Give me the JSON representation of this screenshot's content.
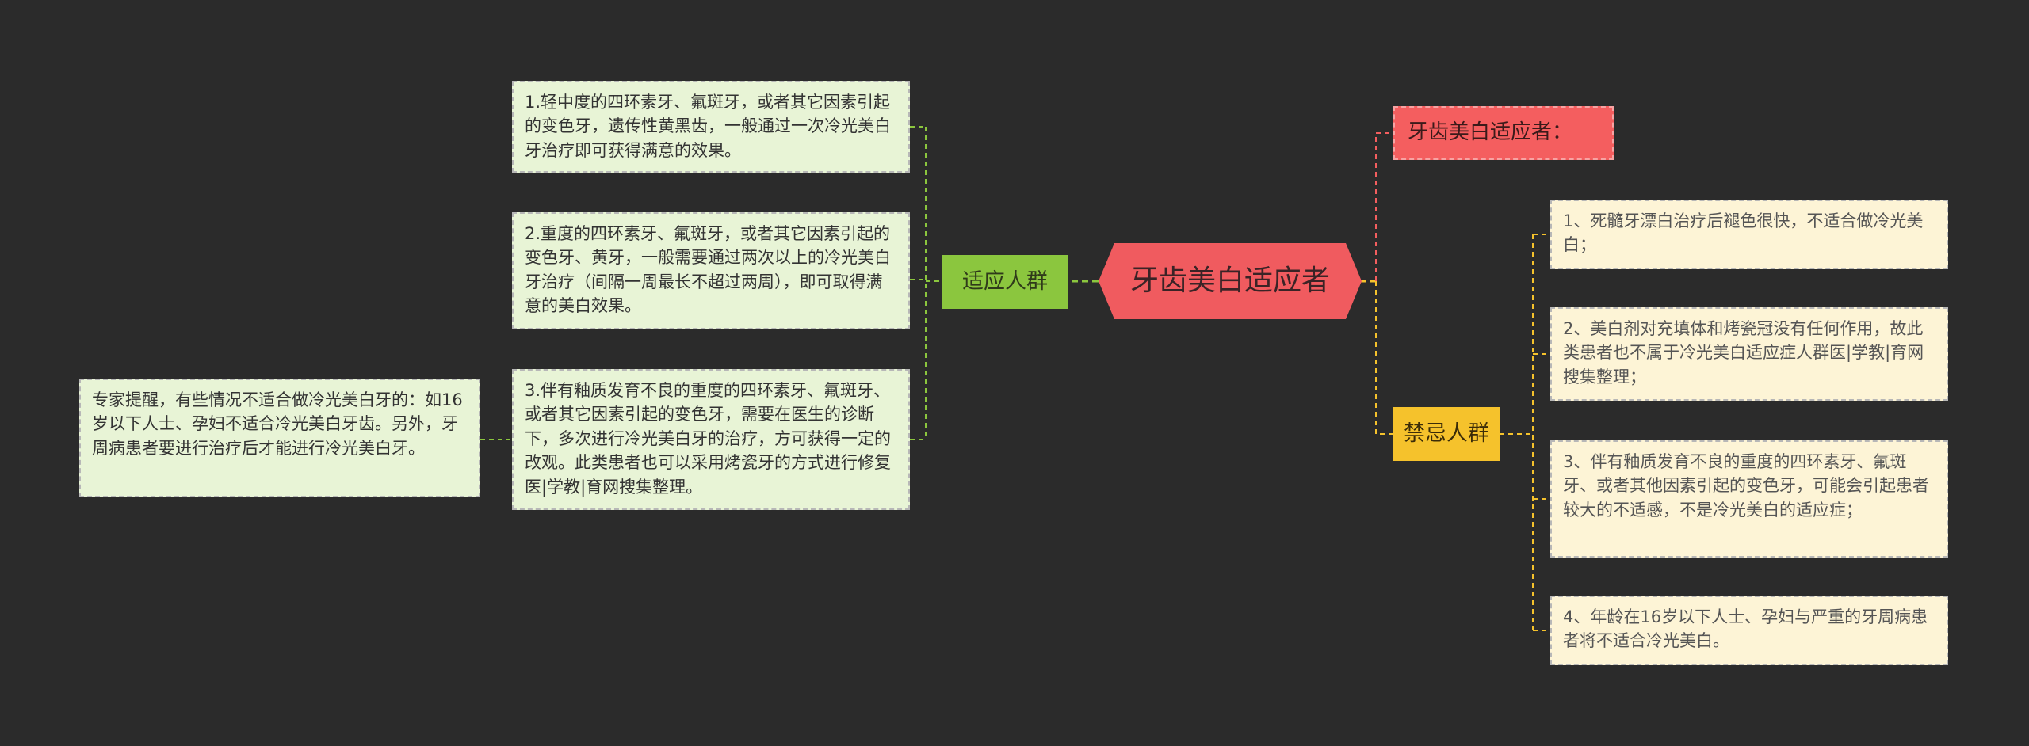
{
  "colors": {
    "background": "#2b2b2b",
    "root": "#f05b5f",
    "green_branch": "#8bc63e",
    "yellow_branch": "#f5c22c",
    "green_leaf": "#e8f4d6",
    "yellow_leaf": "#fdf4d6"
  },
  "root": {
    "label": "牙齿美白适应者"
  },
  "branches": {
    "suitable": {
      "label": "适应人群",
      "items": [
        "1.轻中度的四环素牙、氟斑牙，或者其它因素引起的变色牙，遗传性黄黑齿，一般通过一次冷光美白牙治疗即可获得满意的效果。",
        "2.重度的四环素牙、氟斑牙，或者其它因素引起的变色牙、黄牙，一般需要通过两次以上的冷光美白牙治疗（间隔一周最长不超过两周），即可取得满意的美白效果。",
        "3.伴有釉质发育不良的重度的四环素牙、氟斑牙、或者其它因素引起的变色牙，需要在医生的诊断下，多次进行冷光美白牙的治疗，方可获得一定的改观。此类患者也可以采用烤瓷牙的方式进行修复医|学教|育网搜集整理。"
      ],
      "note": "专家提醒，有些情况不适合做冷光美白牙的：如16岁以下人士、孕妇不适合冷光美白牙齿。另外，牙周病患者要进行治疗后才能进行冷光美白牙。"
    },
    "title_tag": {
      "label": "牙齿美白适应者："
    },
    "contraindicated": {
      "label": "禁忌人群",
      "items": [
        "1、死髓牙漂白治疗后褪色很快，不适合做冷光美白；",
        "2、美白剂对充填体和烤瓷冠没有任何作用，故此类患者也不属于冷光美白适应症人群医|学教|育网搜集整理；",
        "3、伴有釉质发育不良的重度的四环素牙、氟斑牙、或者其他因素引起的变色牙，可能会引起患者较大的不适感，不是冷光美白的适应症；",
        "4、年龄在16岁以下人士、孕妇与严重的牙周病患者将不适合冷光美白。"
      ]
    }
  }
}
